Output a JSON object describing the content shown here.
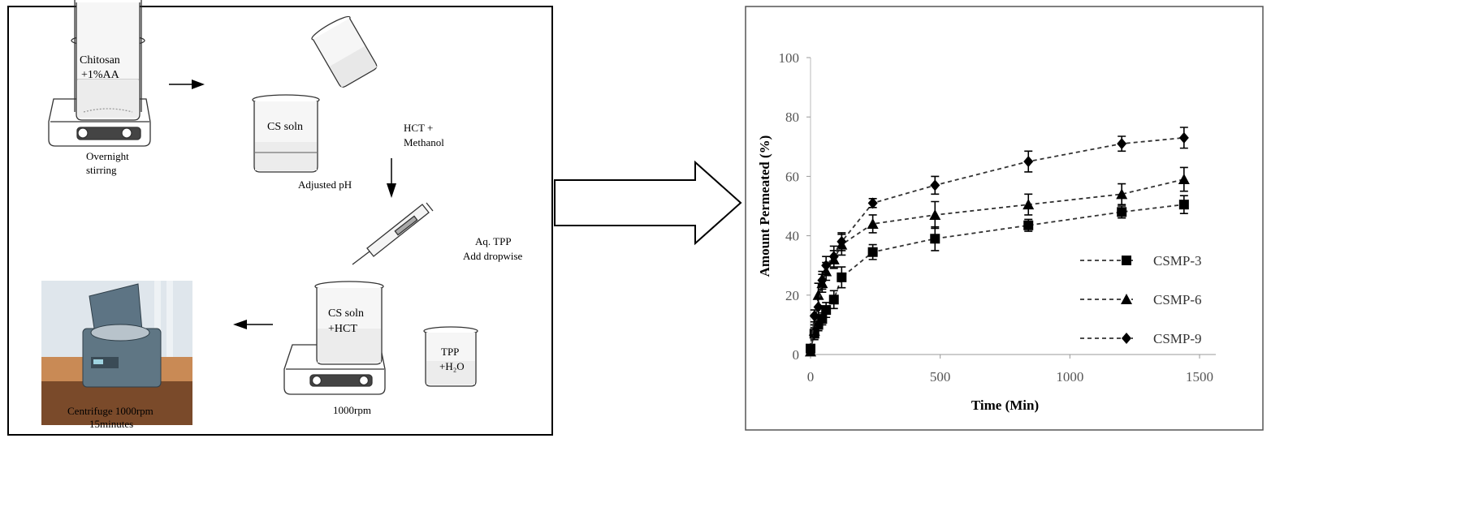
{
  "diagram": {
    "step1": {
      "contents": [
        "Chitosan",
        "+1%AA"
      ],
      "caption": [
        "Overnight",
        "stirring"
      ]
    },
    "step2": {
      "added": [
        "HCT +",
        "Methanol"
      ],
      "contents": "CS soln",
      "caption": "Adjusted pH"
    },
    "step3": {
      "caption": [
        "Aq. TPP",
        "Add dropwise"
      ]
    },
    "step4": {
      "contents": [
        "CS soln",
        "+HCT"
      ],
      "caption": "1000rpm",
      "tpp": [
        "TPP",
        "+H₂O"
      ]
    },
    "step5": {
      "caption": [
        "Centrifuge 1000rpm",
        "15minutes"
      ]
    }
  },
  "chart_data": {
    "type": "line",
    "title": "",
    "xlabel": "Time (Min)",
    "ylabel": "Amount Permeated (%)",
    "xlim": [
      0,
      1500
    ],
    "ylim": [
      0,
      100
    ],
    "xticks": [
      0,
      500,
      1000,
      1500
    ],
    "yticks": [
      0,
      20,
      40,
      60,
      80,
      100
    ],
    "grid": false,
    "legend": "right",
    "x": [
      0,
      15,
      30,
      45,
      60,
      90,
      120,
      240,
      480,
      840,
      1200,
      1440
    ],
    "series": [
      {
        "name": "CSMP-3",
        "marker": "square",
        "values": [
          2,
          7,
          10,
          12,
          15,
          18.5,
          26,
          34.5,
          39,
          43.5,
          48,
          50.5
        ],
        "errors": [
          1,
          2,
          2,
          2,
          2.5,
          3,
          3.5,
          2.5,
          4,
          2,
          2,
          3
        ]
      },
      {
        "name": "CSMP-6",
        "marker": "triangle",
        "values": [
          1,
          8,
          20,
          24,
          28,
          32,
          37,
          44,
          47,
          50.5,
          54,
          59
        ],
        "errors": [
          1,
          2,
          4,
          3,
          3,
          3,
          3.5,
          3,
          4.5,
          3.5,
          3.5,
          4
        ]
      },
      {
        "name": "CSMP-9",
        "marker": "diamond",
        "values": [
          2,
          13,
          16,
          25,
          30,
          33,
          38,
          51,
          57,
          65,
          71,
          73
        ],
        "errors": [
          1,
          2,
          3,
          3,
          3,
          3.5,
          3,
          1.5,
          3,
          3.5,
          2.5,
          3.5
        ]
      }
    ]
  }
}
